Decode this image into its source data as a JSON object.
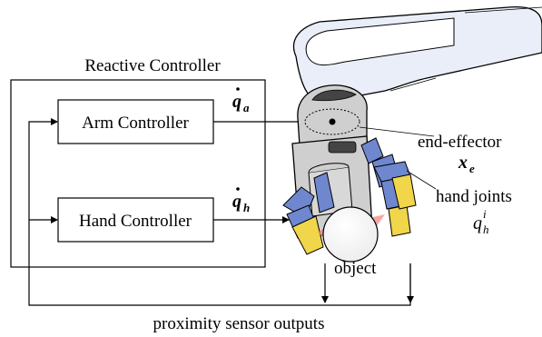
{
  "controller": {
    "title": "Reactive Controller",
    "arm_label": "Arm Controller",
    "hand_label": "Hand Controller"
  },
  "signals": {
    "arm_velocity": {
      "symbol": "q",
      "subscript": "a"
    },
    "hand_velocity": {
      "symbol": "q",
      "subscript": "h"
    }
  },
  "labels": {
    "end_effector": "end-effector",
    "end_effector_symbol": {
      "symbol": "x",
      "subscript": "e"
    },
    "hand_joints": "hand joints",
    "hand_joints_symbol": {
      "symbol": "q",
      "subscript": "h",
      "superscript": "i"
    },
    "object": "object",
    "sensor_outputs": "proximity sensor outputs"
  },
  "colors": {
    "robot_body": "#cfcfcf",
    "arm_link": "#e9eef8",
    "finger_blue": "#6f87cf",
    "fingertip_yellow": "#f1d54a",
    "proximity_red": "#f08a80",
    "dark_part": "#444444"
  }
}
